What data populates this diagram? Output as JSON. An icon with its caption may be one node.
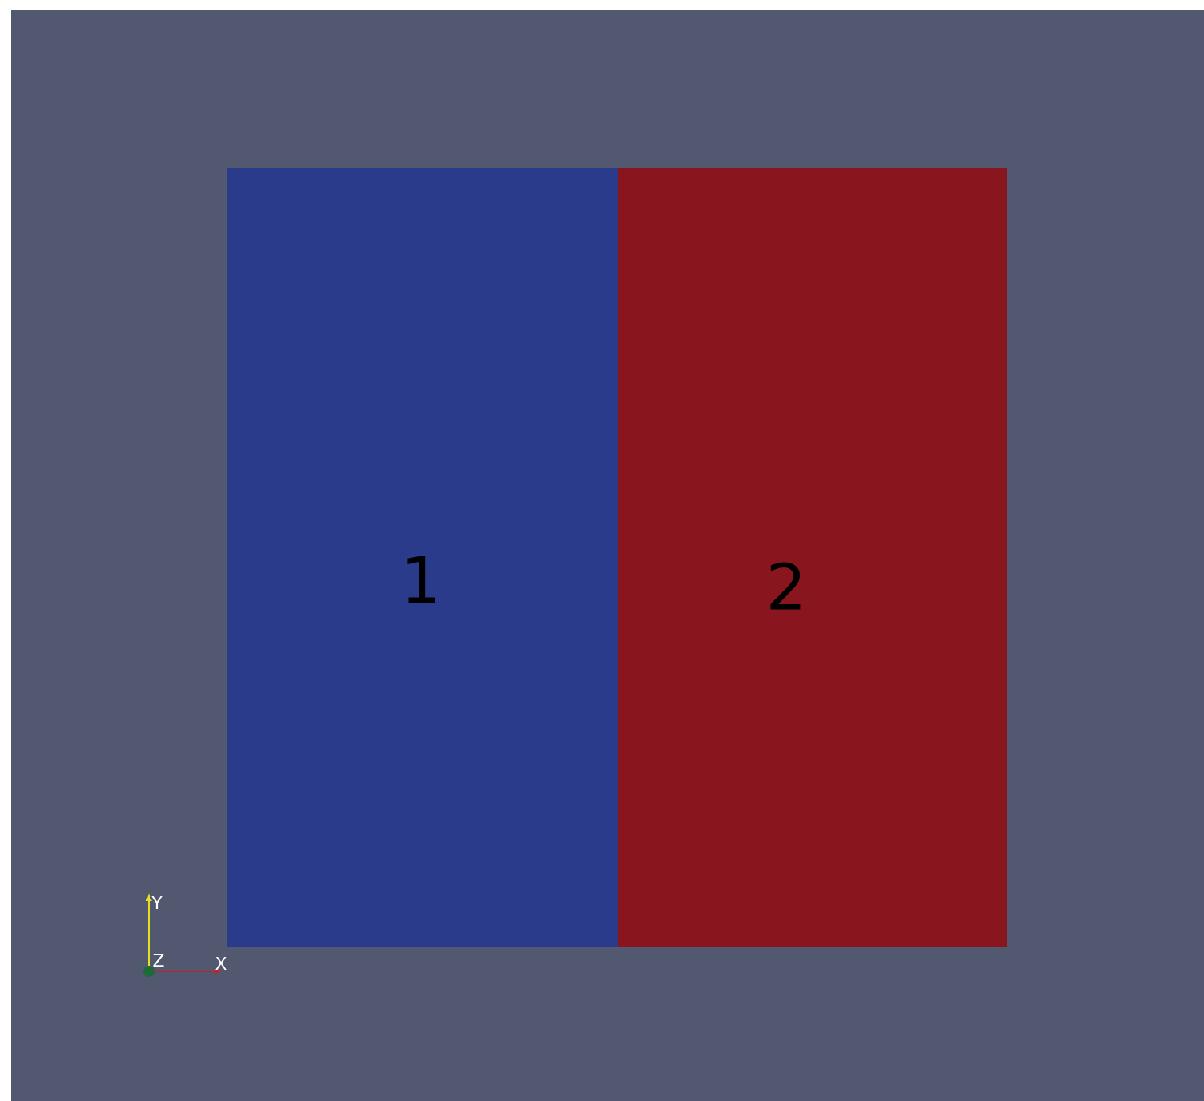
{
  "diagram": {
    "nodes": [
      {
        "text": [
          "1"
        ]
      },
      {
        "text": [
          "2"
        ]
      }
    ],
    "labels": [
      "Y",
      "Z",
      "X"
    ]
  }
}
